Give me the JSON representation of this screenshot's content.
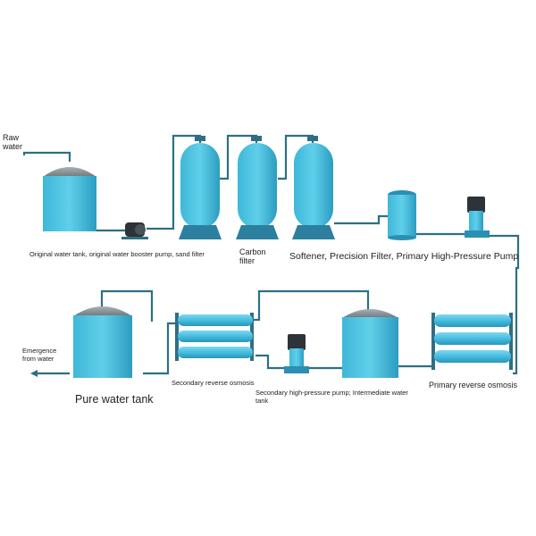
{
  "colors": {
    "pipe": "#2f6f86",
    "vessel": "#4fc3e0",
    "vessel_dark": "#2a93b5",
    "cap": "#8a9399",
    "pump_body": "#2d3338"
  },
  "labels": {
    "raw_water": [
      "Raw",
      "water"
    ],
    "stage1": "Original water tank, original water booster pump, sand filter",
    "carbon_filter": [
      "Carbon",
      "filter"
    ],
    "stage2": "Softener, Precision Filter, Primary High-Pressure Pump",
    "primary_ro": "Primary reverse osmosis",
    "secondary_pump": [
      "Secondary high-pressure pump; Intermediate water",
      "tank"
    ],
    "secondary_ro": "Secondary reverse osmosis",
    "pure_tank": "Pure water tank",
    "emergence": [
      "Emergence",
      "from water"
    ]
  },
  "icons": [
    "pump-icon",
    "outlet-arrow-icon"
  ]
}
